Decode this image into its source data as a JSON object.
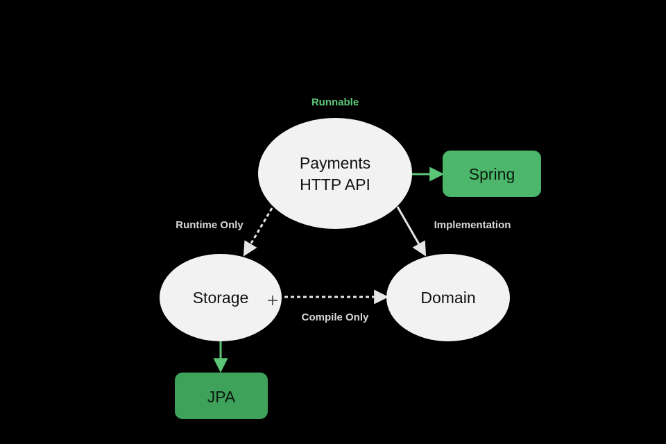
{
  "diagram": {
    "top_label": "Runnable",
    "nodes": {
      "payments": {
        "line1": "Payments",
        "line2": "HTTP API"
      },
      "storage": {
        "label": "Storage"
      },
      "domain": {
        "label": "Domain"
      }
    },
    "boxes": {
      "spring": {
        "label": "Spring"
      },
      "jpa": {
        "label": "JPA"
      }
    },
    "edges": {
      "runtime_only": "Runtime Only",
      "implementation": "Implementation",
      "compile_only": "Compile Only"
    }
  },
  "colors": {
    "background": "#000000",
    "node_fill": "#f2f2f2",
    "accent_green": "#5cc677",
    "box_green": "#4cb76a",
    "box_green_dark": "#3ea25b",
    "label_text": "#d8d8d8",
    "arrow": "#e6e6e6"
  }
}
